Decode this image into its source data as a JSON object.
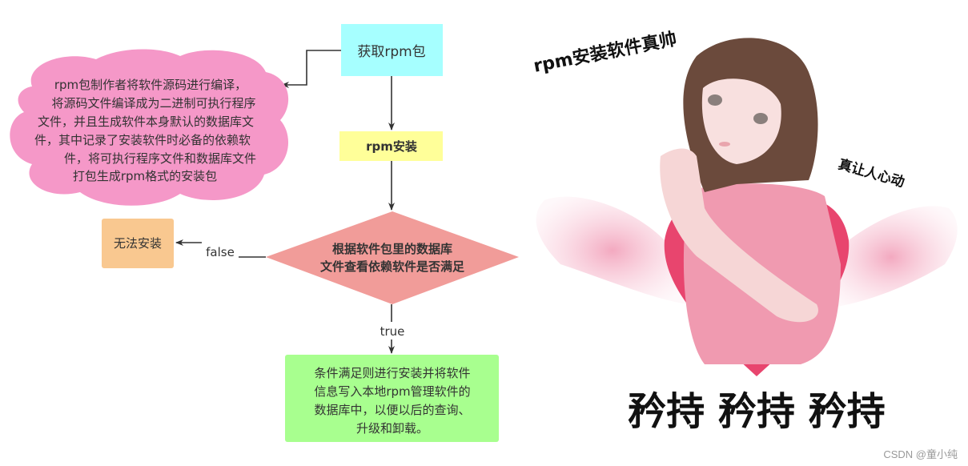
{
  "flowchart": {
    "get_package": "获取rpm包",
    "cloud_lines": [
      "rpm包制作者将软件源码进行编译，",
      "将源码文件编译成为二进制可执行程序",
      "文件，并且生成软件本身默认的数据库文",
      "件，其中记录了安装软件时必备的依赖软",
      "件，将可执行程序文件和数据库文件",
      "打包生成rpm格式的安装包"
    ],
    "install": "rpm安装",
    "decision_lines": [
      "根据软件包里的数据库",
      "文件查看依赖软件是否满足"
    ],
    "false_label": "false",
    "fail_box": "无法安装",
    "true_label": "true",
    "success_lines": [
      "条件满足则进行安装并将软件",
      "信息写入本地rpm管理软件的",
      "数据库中，以便以后的查询、",
      "升级和卸载。"
    ]
  },
  "illustration": {
    "caption_top": "rpm安装软件真帅",
    "caption_side": "真让人心动",
    "caption_bottom": "矜持 矜持 矜持"
  },
  "watermark": "CSDN @童小纯",
  "colors": {
    "cyan": "#a6ffff",
    "yellow": "#ffff99",
    "salmon": "#f19c99",
    "orange": "#f9c890",
    "green": "#a8ff8f",
    "pink": "#f598c8"
  }
}
